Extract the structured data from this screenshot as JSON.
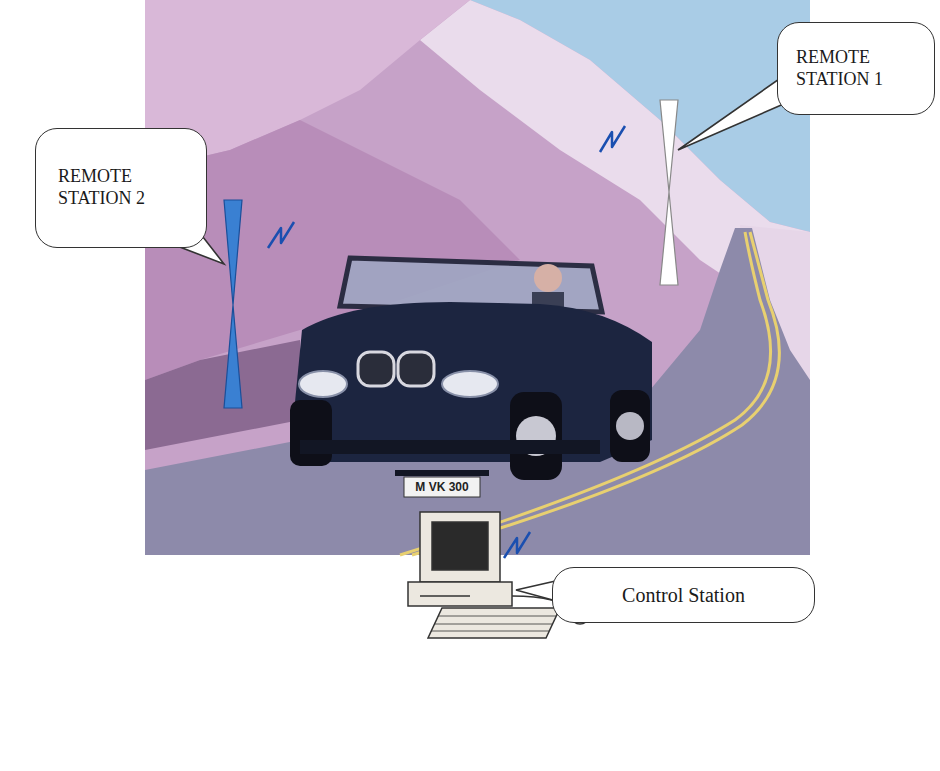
{
  "diagram": {
    "nodes": [
      {
        "text": [
          "REMOTE STATION 1"
        ]
      },
      {
        "text": [
          "REMOTE STATION 2"
        ]
      },
      {
        "text": [
          "Control Station"
        ]
      }
    ],
    "labels": [
      "M VK 300"
    ]
  }
}
